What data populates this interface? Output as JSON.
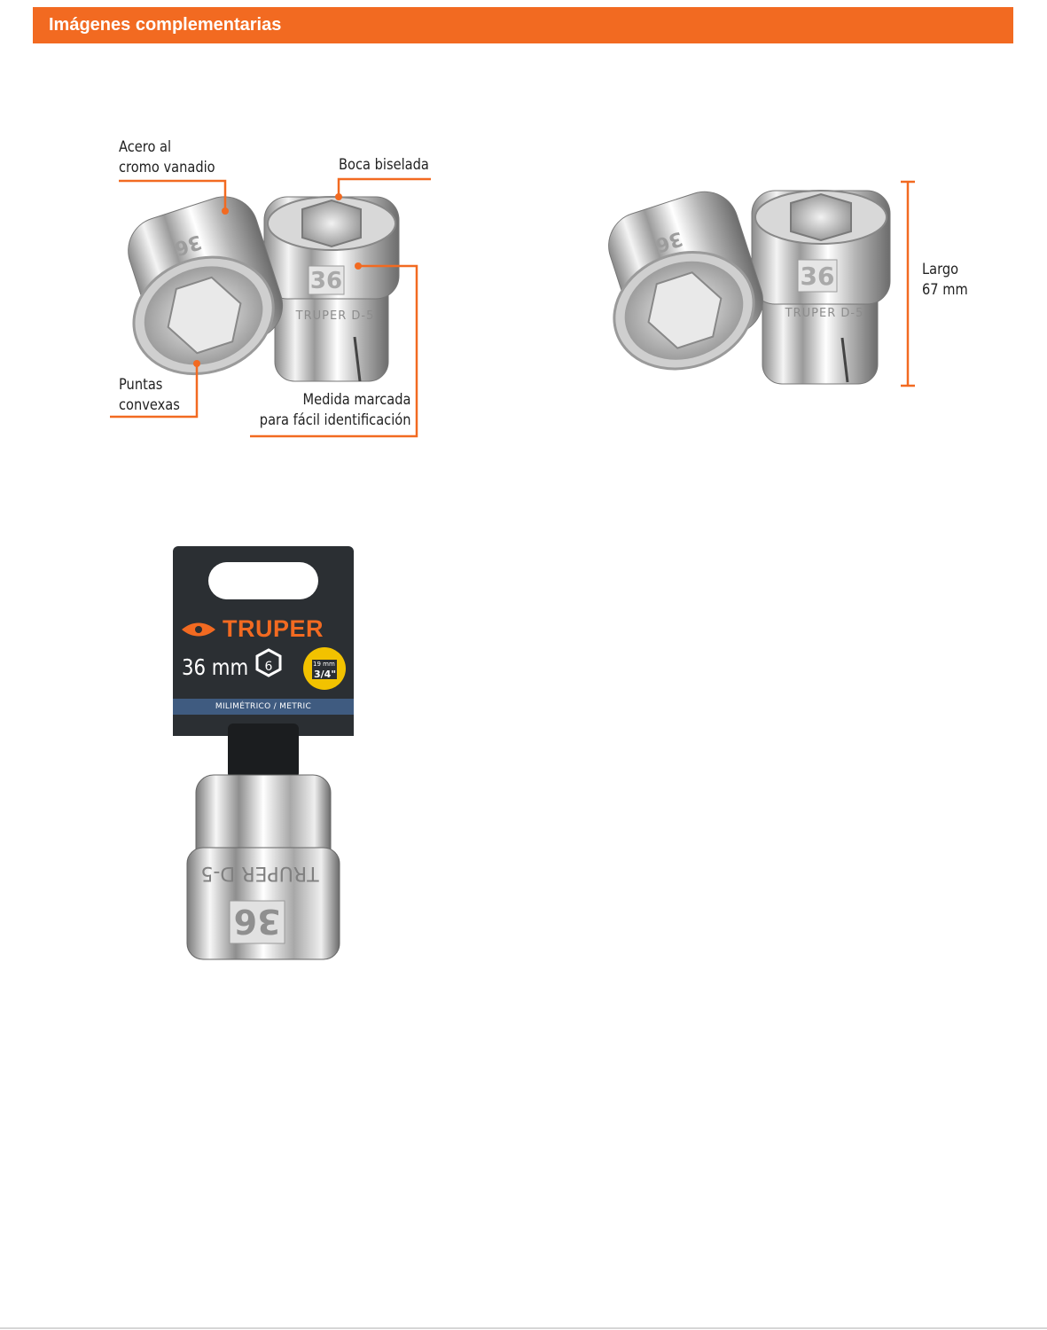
{
  "header": {
    "title": "Imágenes complementarias"
  },
  "features": {
    "steel_l1": "Acero al",
    "steel_l2": "cromo vanadio",
    "bevel": "Boca biselada",
    "points_l1": "Puntas",
    "points_l2": "convexas",
    "marked_l1": "Medida marcada",
    "marked_l2": "para fácil identificación"
  },
  "socket_marking": {
    "size_number": "36",
    "brand": "TRUPER"
  },
  "dimension": {
    "label": "Largo",
    "value": "67 mm"
  },
  "package": {
    "brand": "TRUPER",
    "size": "36 mm",
    "points": "6",
    "drive_mm": "19 mm",
    "drive_in": "3/4\"",
    "system": "MILIMÉTRICO / METRIC"
  },
  "colors": {
    "accent": "#f26a21",
    "package_dark": "#2b2f33",
    "package_band": "#3f5b80",
    "badge_yellow": "#f2c200"
  }
}
